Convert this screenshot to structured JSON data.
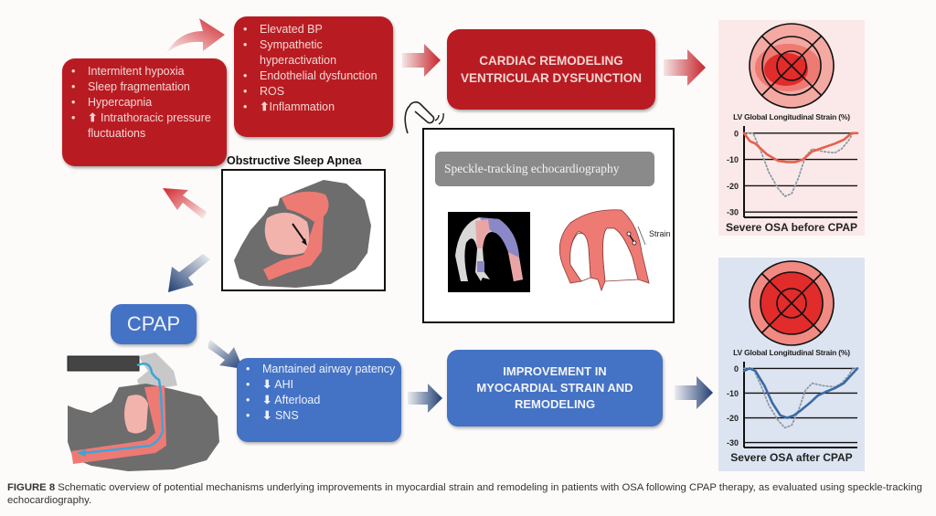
{
  "mechanisms_box": {
    "items": [
      {
        "text": "Intermitent hypoxia"
      },
      {
        "text": "Sleep fragmentation"
      },
      {
        "text": "Hypercapnia"
      },
      {
        "prefix_icon": "up-arrow",
        "text": "Intrathoracic pressure fluctuations"
      }
    ]
  },
  "effects_box": {
    "items": [
      {
        "text": "Elevated BP"
      },
      {
        "text": "Sympathetic hyperactivation"
      },
      {
        "text": "Endothelial dysfunction"
      },
      {
        "text": "ROS"
      },
      {
        "prefix_icon": "up-arrow",
        "text": "Inflammation"
      }
    ]
  },
  "cardiac_box": {
    "line1": "CARDIAC REMODELING",
    "line2": "VENTRICULAR DYSFUNCTION"
  },
  "osa_panel": {
    "title": "Obstructive  Sleep Apnea"
  },
  "speckle_panel": {
    "title": "Speckle-tracking echocardiography",
    "strain_label": "Strain"
  },
  "cpap_label": "CPAP",
  "cpap_effects_box": {
    "items": [
      {
        "text": "Mantained airway patency"
      },
      {
        "prefix_icon": "down-arrow",
        "text": "AHI"
      },
      {
        "prefix_icon": "down-arrow",
        "text": "Afterload"
      },
      {
        "prefix_icon": "down-arrow",
        "text": "SNS"
      }
    ]
  },
  "improvement_box": {
    "line1": "IMPROVEMENT IN",
    "line2": "MYOCARDIAL STRAIN AND",
    "line3": "REMODELING"
  },
  "colors": {
    "red": "#b81c22",
    "blue": "#4472c4",
    "panel_pink": "#fbe9e9",
    "panel_blue": "#dde4f1",
    "curve_red": "#e8604c",
    "curve_blue": "#3a6aa8"
  },
  "chart_data": [
    {
      "type": "line",
      "title": "LV Global Longitudinal Strain (%)",
      "caption": "Severe OSA before CPAP",
      "ylim": [
        -32,
        2
      ],
      "yticks": [
        0,
        -10,
        -20,
        -30
      ],
      "ytick_labels": [
        "0",
        "-10",
        "-20",
        "-30"
      ],
      "xlim": [
        0,
        100
      ],
      "grid": true,
      "series": [
        {
          "name": "patient",
          "style": "solid",
          "color": "#e8604c",
          "x": [
            0,
            5,
            10,
            20,
            30,
            38,
            45,
            52,
            60,
            70,
            80,
            88,
            95,
            100
          ],
          "y": [
            0,
            -3,
            -4,
            -8,
            -10.5,
            -11,
            -11,
            -10,
            -7,
            -5.5,
            -4,
            -2.5,
            0,
            0
          ]
        },
        {
          "name": "normal reference",
          "style": "dotted",
          "color": "#8c9aa3",
          "x": [
            0,
            8,
            15,
            22,
            30,
            36,
            42,
            48,
            54,
            60,
            70,
            80,
            86,
            92,
            96,
            100
          ],
          "y": [
            0,
            0,
            -7,
            -15,
            -21,
            -24,
            -23,
            -17,
            -9,
            -6,
            -7,
            -7.5,
            -6,
            -3,
            0,
            0
          ]
        }
      ]
    },
    {
      "type": "line",
      "title": "LV Global Longitudinal Strain (%)",
      "caption": "Severe OSA after CPAP",
      "ylim": [
        -32,
        2
      ],
      "yticks": [
        0,
        -10,
        -20,
        -30
      ],
      "ytick_labels": [
        "0",
        "-10",
        "-20",
        "-30"
      ],
      "xlim": [
        0,
        100
      ],
      "grid": true,
      "series": [
        {
          "name": "patient",
          "style": "solid",
          "color": "#3a6aa8",
          "x": [
            0,
            5,
            10,
            18,
            25,
            32,
            38,
            44,
            50,
            58,
            65,
            72,
            80,
            88,
            94,
            100
          ],
          "y": [
            -1,
            0,
            -1,
            -7,
            -14,
            -19,
            -20,
            -19,
            -17,
            -14,
            -11,
            -9.5,
            -8,
            -6,
            -3,
            0
          ]
        },
        {
          "name": "normal reference",
          "style": "dotted",
          "color": "#8c9aa3",
          "x": [
            0,
            8,
            15,
            22,
            30,
            36,
            42,
            48,
            54,
            60,
            70,
            80,
            86,
            92,
            96,
            100
          ],
          "y": [
            0,
            0,
            -7,
            -15,
            -21,
            -24,
            -23,
            -17,
            -9,
            -6,
            -7,
            -7.5,
            -6,
            -3,
            0,
            0
          ]
        }
      ]
    }
  ],
  "caption": {
    "label": "FIGURE 8",
    "text": " Schematic overview of potential mechanisms underlying improvements in myocardial strain and remodeling in patients with OSA following CPAP therapy, as evaluated using speckle-tracking echocardiography."
  }
}
